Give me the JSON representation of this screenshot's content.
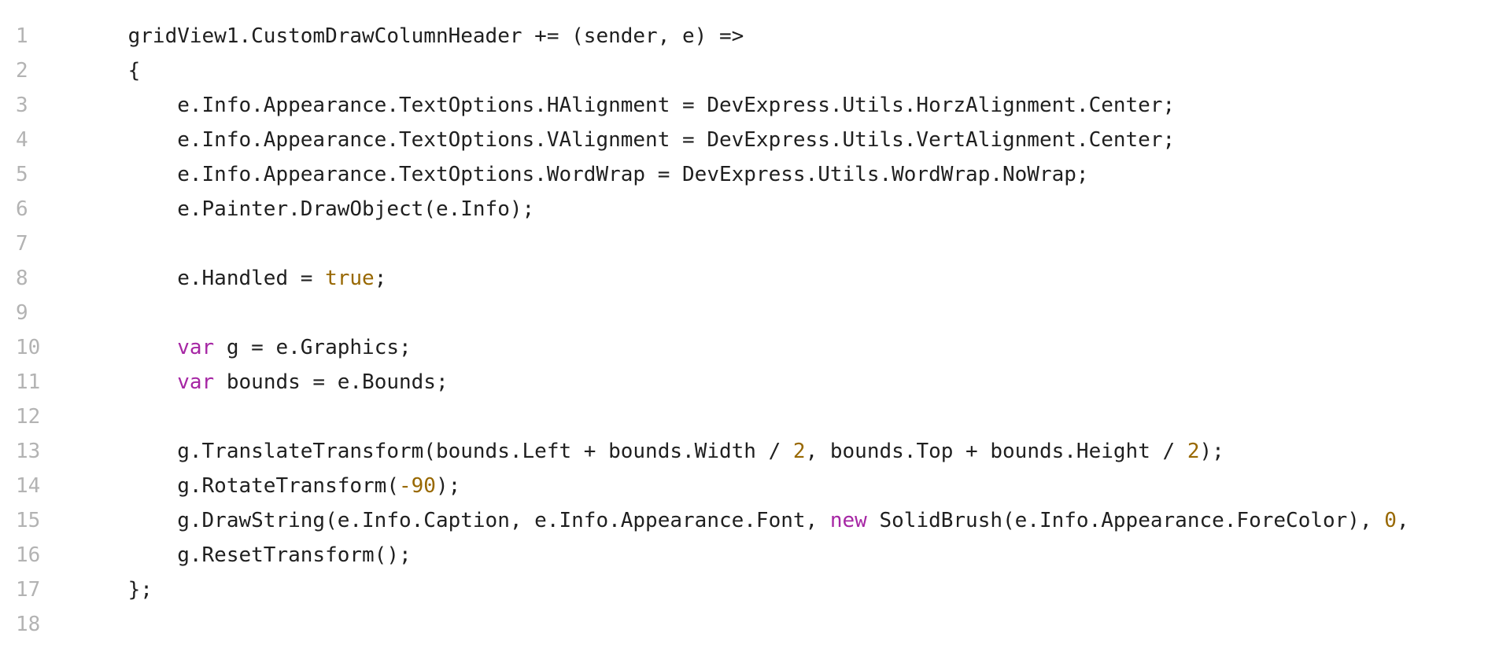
{
  "colors": {
    "background": "#ffffff",
    "text": "#1f1f1f",
    "line_number": "#b3b3b3",
    "keyword": "#a626a4",
    "number": "#986801",
    "literal": "#986801"
  },
  "lines": [
    {
      "no": "1",
      "tokens": [
        {
          "t": "    gridView1.CustomDrawColumnHeader += (sender, e) =>",
          "k": "plain"
        }
      ]
    },
    {
      "no": "2",
      "tokens": [
        {
          "t": "    {",
          "k": "plain"
        }
      ]
    },
    {
      "no": "3",
      "tokens": [
        {
          "t": "        e.Info.Appearance.TextOptions.HAlignment = DevExpress.Utils.HorzAlignment.Center;",
          "k": "plain"
        }
      ]
    },
    {
      "no": "4",
      "tokens": [
        {
          "t": "        e.Info.Appearance.TextOptions.VAlignment = DevExpress.Utils.VertAlignment.Center;",
          "k": "plain"
        }
      ]
    },
    {
      "no": "5",
      "tokens": [
        {
          "t": "        e.Info.Appearance.TextOptions.WordWrap = DevExpress.Utils.WordWrap.NoWrap;",
          "k": "plain"
        }
      ]
    },
    {
      "no": "6",
      "tokens": [
        {
          "t": "        e.Painter.DrawObject(e.Info);",
          "k": "plain"
        }
      ]
    },
    {
      "no": "7",
      "tokens": []
    },
    {
      "no": "8",
      "tokens": [
        {
          "t": "        e.Handled = ",
          "k": "plain"
        },
        {
          "t": "true",
          "k": "lit"
        },
        {
          "t": ";",
          "k": "plain"
        }
      ]
    },
    {
      "no": "9",
      "tokens": []
    },
    {
      "no": "10",
      "tokens": [
        {
          "t": "        ",
          "k": "plain"
        },
        {
          "t": "var",
          "k": "kw"
        },
        {
          "t": " g = e.Graphics;",
          "k": "plain"
        }
      ]
    },
    {
      "no": "11",
      "tokens": [
        {
          "t": "        ",
          "k": "plain"
        },
        {
          "t": "var",
          "k": "kw"
        },
        {
          "t": " bounds = e.Bounds;",
          "k": "plain"
        }
      ]
    },
    {
      "no": "12",
      "tokens": []
    },
    {
      "no": "13",
      "tokens": [
        {
          "t": "        g.TranslateTransform(bounds.Left + bounds.Width / ",
          "k": "plain"
        },
        {
          "t": "2",
          "k": "num"
        },
        {
          "t": ", bounds.Top + bounds.Height / ",
          "k": "plain"
        },
        {
          "t": "2",
          "k": "num"
        },
        {
          "t": ");",
          "k": "plain"
        }
      ]
    },
    {
      "no": "14",
      "tokens": [
        {
          "t": "        g.RotateTransform(",
          "k": "plain"
        },
        {
          "t": "-90",
          "k": "num"
        },
        {
          "t": ");",
          "k": "plain"
        }
      ]
    },
    {
      "no": "15",
      "tokens": [
        {
          "t": "        g.DrawString(e.Info.Caption, e.Info.Appearance.Font, ",
          "k": "plain"
        },
        {
          "t": "new",
          "k": "kw"
        },
        {
          "t": " SolidBrush(e.Info.Appearance.ForeColor), ",
          "k": "plain"
        },
        {
          "t": "0",
          "k": "num"
        },
        {
          "t": ",",
          "k": "plain"
        }
      ]
    },
    {
      "no": "16",
      "tokens": [
        {
          "t": "        g.ResetTransform();",
          "k": "plain"
        }
      ]
    },
    {
      "no": "17",
      "tokens": [
        {
          "t": "    };",
          "k": "plain"
        }
      ]
    },
    {
      "no": "18",
      "tokens": []
    }
  ]
}
